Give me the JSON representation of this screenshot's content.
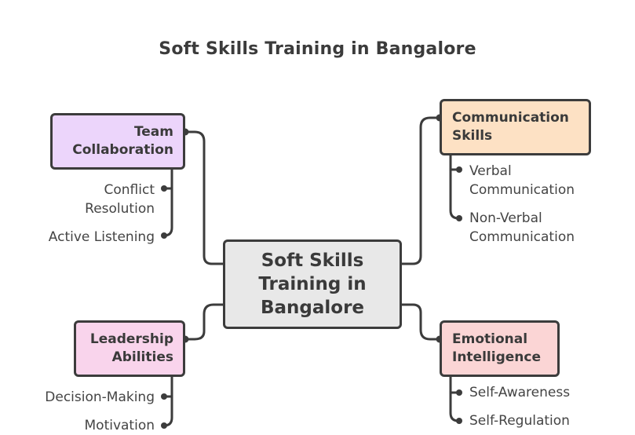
{
  "title": "Soft Skills Training in Bangalore",
  "colors": {
    "stroke": "#3c3c3c",
    "center_fill": "#e8e8e8",
    "team_fill": "#ecd5fb",
    "communication_fill": "#fde1c4",
    "leadership_fill": "#f9d4ec",
    "emotional_fill": "#fbd5d5"
  },
  "center": {
    "lines": [
      "Soft Skills",
      "Training in",
      "Bangalore"
    ]
  },
  "team": {
    "lines": [
      "Team",
      "Collaboration"
    ],
    "items": [
      {
        "lines": [
          "Conflict",
          "Resolution"
        ]
      },
      {
        "lines": [
          "Active Listening"
        ]
      }
    ]
  },
  "communication": {
    "lines": [
      "Communication",
      "Skills"
    ],
    "items": [
      {
        "lines": [
          "Verbal",
          "Communication"
        ]
      },
      {
        "lines": [
          "Non-Verbal",
          "Communication"
        ]
      }
    ]
  },
  "leadership": {
    "lines": [
      "Leadership",
      "Abilities"
    ],
    "items": [
      {
        "lines": [
          "Decision-Making"
        ]
      },
      {
        "lines": [
          "Motivation"
        ]
      }
    ]
  },
  "emotional": {
    "lines": [
      "Emotional",
      "Intelligence"
    ],
    "items": [
      {
        "lines": [
          "Self-Awareness"
        ]
      },
      {
        "lines": [
          "Self-Regulation"
        ]
      }
    ]
  }
}
